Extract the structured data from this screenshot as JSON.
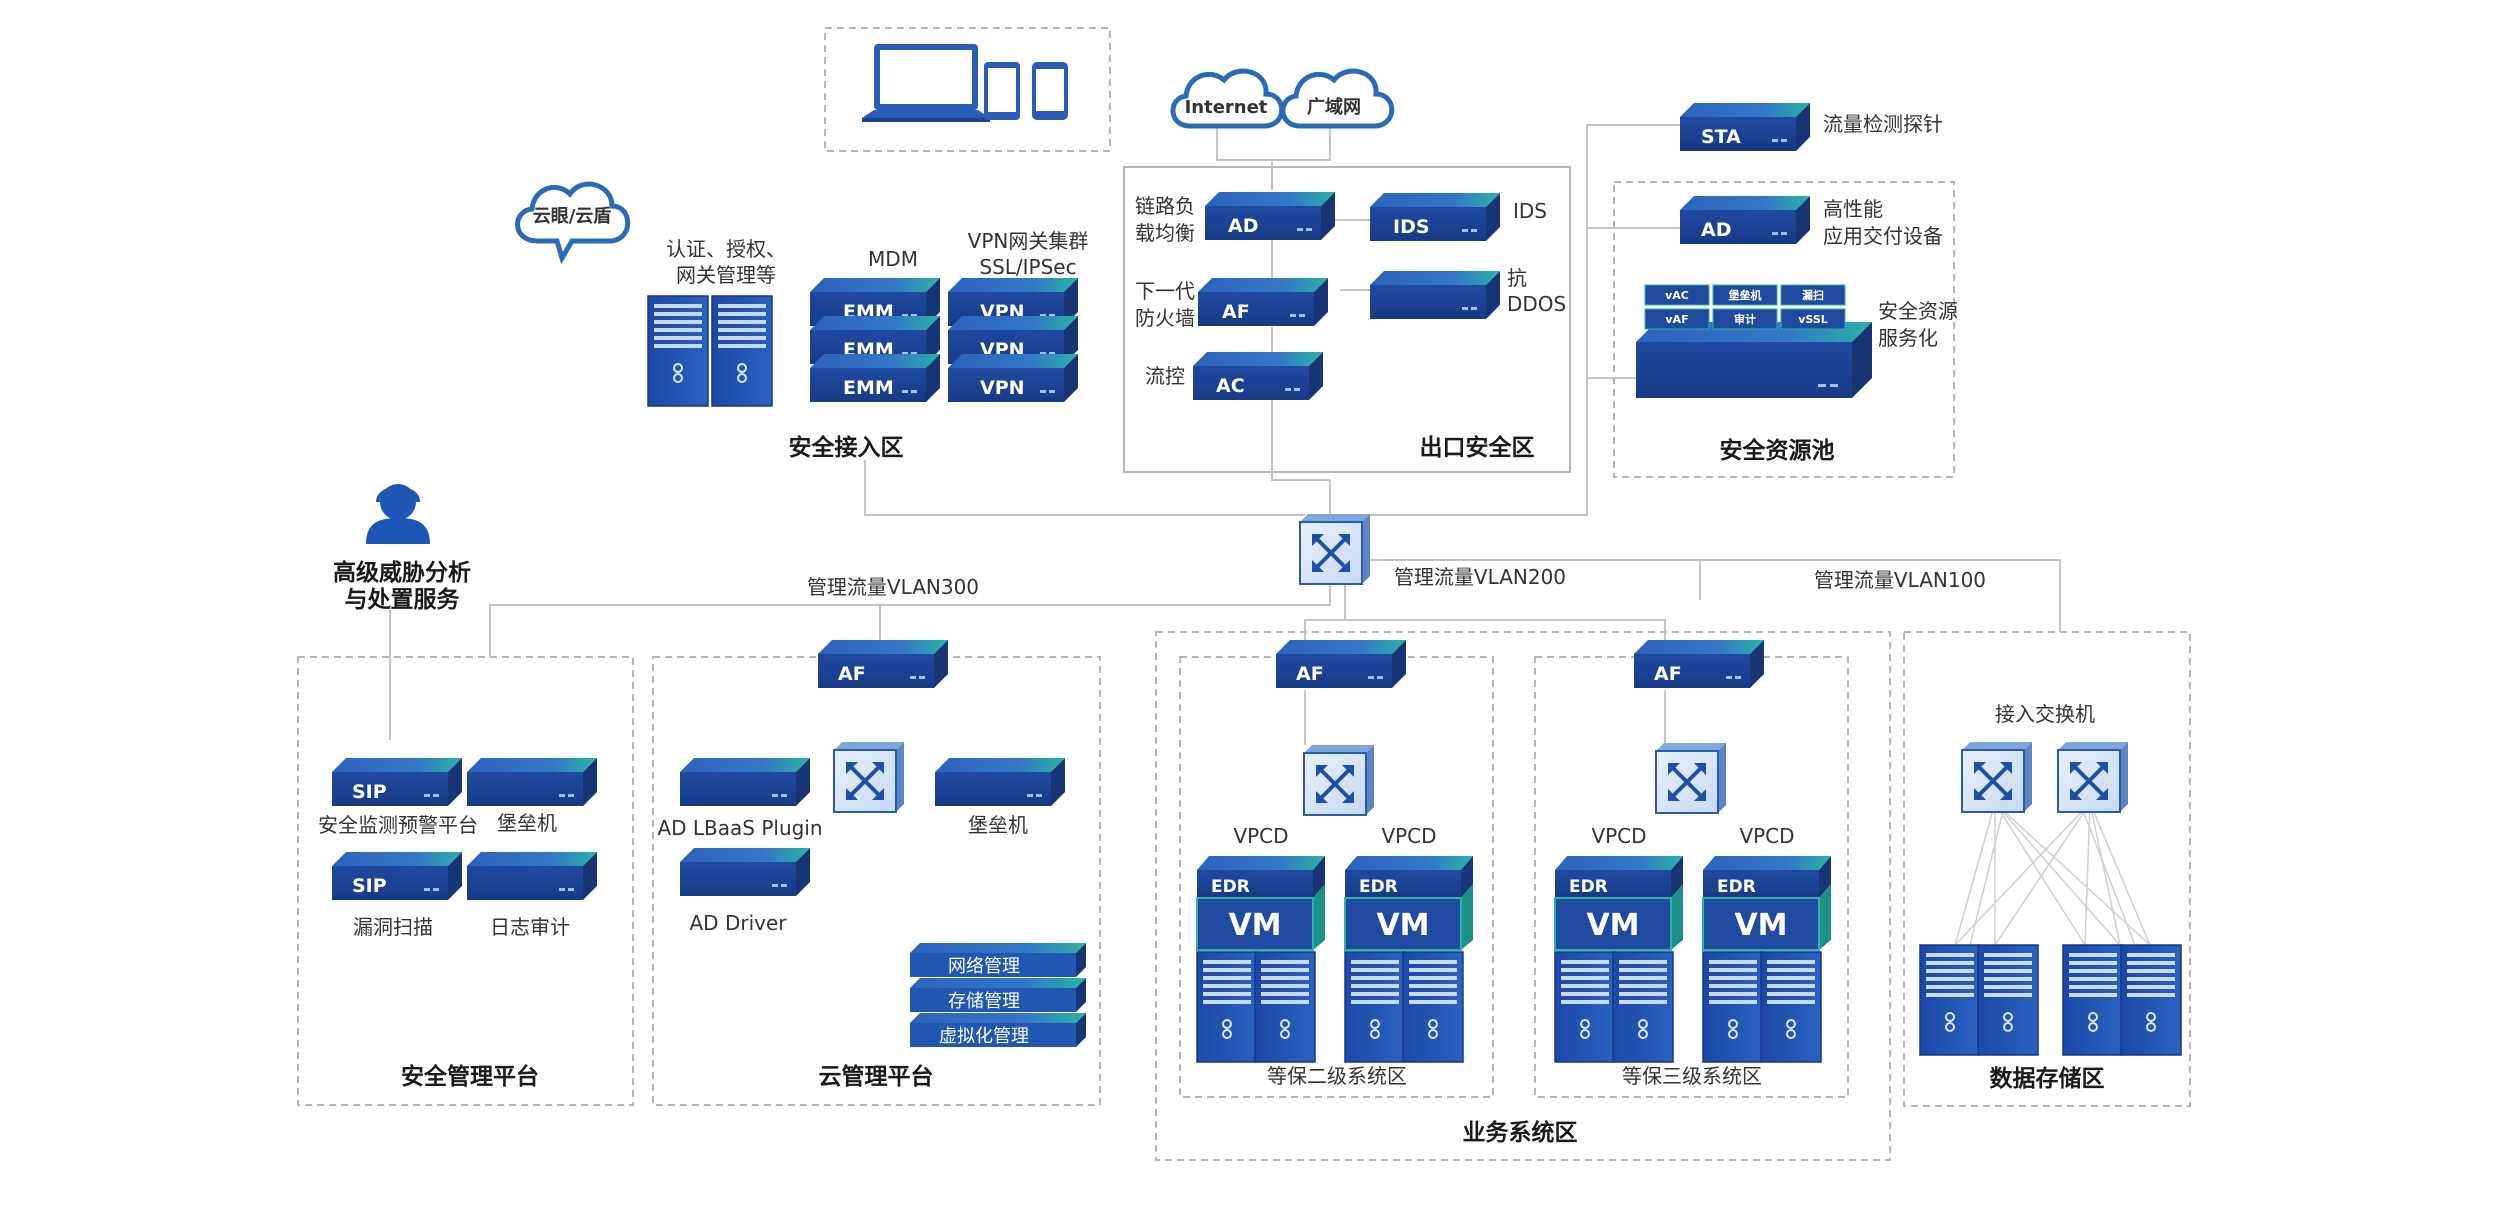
{
  "zones": {
    "access": "安全接入区",
    "egress": "出口安全区",
    "resource_pool": "安全资源池",
    "security_mgmt": "安全管理平台",
    "cloud_mgmt": "云管理平台",
    "business": "业务系统区",
    "level2": "等保二级系统区",
    "level3": "等保三级系统区",
    "storage": "数据存储区"
  },
  "clouds": {
    "yunyan": "云眼/云盾",
    "internet": "Internet",
    "wan": "广域网"
  },
  "access_zone": {
    "auth_label_1": "认证、授权、",
    "auth_label_2": "网关管理等",
    "mdm_label": "MDM",
    "vpn_cluster_1": "VPN网关集群",
    "vpn_cluster_2": "SSL/IPSec",
    "emm_device": "EMM",
    "vpn_device": "VPN"
  },
  "egress_zone": {
    "ad_label_1": "链路负",
    "ad_label_2": "载均衡",
    "af_label_1": "下一代",
    "af_label_2": "防火墙",
    "ac_label": "流控",
    "ids_label": "IDS",
    "ddos_label_1": "抗",
    "ddos_label_2": "DDOS",
    "ad_device": "AD",
    "af_device": "AF",
    "ac_device": "AC",
    "ids_device": "IDS"
  },
  "resource_zone": {
    "sta_device": "STA",
    "sta_label": "流量检测探针",
    "ad_device": "AD",
    "ad_label_1": "高性能",
    "ad_label_2": "应用交付设备",
    "pool_label_1": "安全资源",
    "pool_label_2": "服务化",
    "pool_cells": [
      "vAC",
      "堡垒机",
      "漏扫",
      "vAF",
      "审计",
      "vSSL"
    ]
  },
  "threat": {
    "line1": "高级威胁分析",
    "line2": "与处置服务"
  },
  "vlans": {
    "vlan300": "管理流量VLAN300",
    "vlan200": "管理流量VLAN200",
    "vlan100": "管理流量VLAN100"
  },
  "security_mgmt": {
    "sip_device": "SIP",
    "sip1_label": "安全监测预警平台",
    "bastion_label": "堡垒机",
    "sip2_label": "漏洞扫描",
    "audit_label": "日志审计"
  },
  "cloud_mgmt": {
    "af_device": "AF",
    "lbaas_label": "AD LBaaS Plugin",
    "driver_label": "AD Driver",
    "bastion_label": "堡垒机",
    "stack": [
      "网络管理",
      "存储管理",
      "虚拟化管理"
    ]
  },
  "business": {
    "af_device": "AF",
    "vpcd": "VPCD",
    "edr": "EDR",
    "vm": "VM"
  },
  "storage": {
    "switch_label": "接入交换机"
  },
  "colors": {
    "device_top": "#2f6fc4",
    "device_front": "#1c3f91",
    "device_accent": "#2bb3a6",
    "cloud_stroke": "#2a6bb8"
  }
}
